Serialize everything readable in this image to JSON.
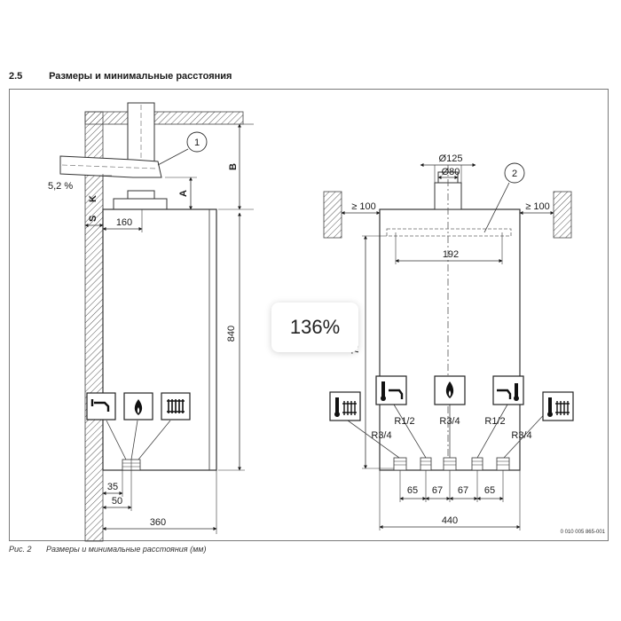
{
  "section": {
    "number": "2.5",
    "title": "Размеры и минимальные расстояния"
  },
  "caption": {
    "figure": "Рис. 2",
    "text": "Размеры и минимальные расстояния (мм)"
  },
  "doc_number": "0 010 005 865-001",
  "zoom": {
    "level": "136%"
  },
  "side_view": {
    "slope": "5,2 %",
    "label_K": "K",
    "label_S": "S",
    "label_A": "A",
    "label_B": "B",
    "callout": "1",
    "dim_width_top": "160",
    "dim_height": "840",
    "dim_35": "35",
    "dim_50": "50",
    "dim_depth": "360"
  },
  "front_view": {
    "callout": "2",
    "diam_outer": "Ø125",
    "diam_inner": "Ø80",
    "clear_left": "≥ 100",
    "clear_right": "≥ 100",
    "dim_192": "192",
    "dim_height": "700",
    "conn_left_outer": "R3/4",
    "conn_left_inner": "R1/2",
    "conn_center": "R3/4",
    "conn_right_inner": "R1/2",
    "conn_right_outer": "R3/4",
    "dim_a": "65",
    "dim_b": "67",
    "dim_c": "67",
    "dim_d": "65",
    "dim_width": "440"
  }
}
